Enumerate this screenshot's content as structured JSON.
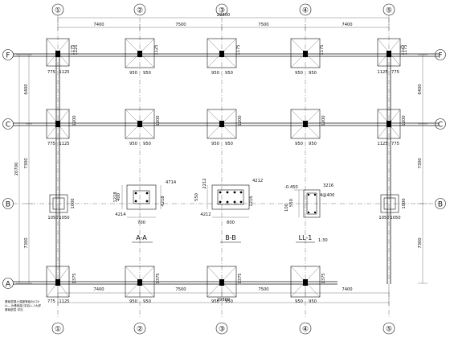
{
  "axes": {
    "x_labels": [
      "①",
      "②",
      "③",
      "④",
      "⑤"
    ],
    "y_labels": [
      "F",
      "C",
      "B",
      "A"
    ]
  },
  "dimensions": {
    "top_spans": [
      "7400",
      "7500",
      "7500",
      "7400"
    ],
    "top_total": "29800",
    "bottom_spans": [
      "7400",
      "7500",
      "7500",
      "7400"
    ],
    "bottom_total": "29800",
    "left_spans": [
      "6400",
      "7300",
      "7300"
    ],
    "left_total": "20700",
    "right_spans": [
      "6400",
      "7300",
      "7300"
    ]
  },
  "footing_dims": {
    "row_F_side": [
      "1175",
      "1225",
      "1125",
      "1175",
      "1175",
      "1125",
      "1175"
    ],
    "row_F_bottom": [
      "775",
      "1125",
      "950",
      "950",
      "950",
      "950",
      "950",
      "950",
      "1125",
      "775"
    ],
    "row_C_side": [
      "1200",
      "1200",
      "1200",
      "1200",
      "1200"
    ],
    "row_C_bottom": [
      "775",
      "1125",
      "950",
      "950",
      "950",
      "950",
      "950",
      "950",
      "1125",
      "775"
    ],
    "row_B_side": [
      "1000",
      "1000"
    ],
    "row_B_bottom": [
      "1050",
      "1050",
      "1050",
      "1050"
    ],
    "row_A_side": [
      "1375",
      "1375",
      "1375",
      "1375",
      "1375"
    ],
    "row_A_bottom": [
      "775",
      "1125",
      "950",
      "950",
      "950",
      "950",
      "950",
      "950",
      "1125",
      "775"
    ]
  },
  "sections": [
    {
      "label": "A-A",
      "width": "700",
      "left_dims": [
        "400",
        "1218"
      ],
      "right_dims": [
        "4714",
        "4218"
      ],
      "bottom_dim": "4214"
    },
    {
      "label": "B-B",
      "width": "800",
      "left_dims": [
        "550",
        "2212"
      ],
      "right_dims": [
        "4212",
        "1216"
      ],
      "bottom_dim": "4212"
    },
    {
      "label": "LL-1",
      "scale": "1:30",
      "left_dims": [
        "-0.450",
        "100",
        "550"
      ],
      "right_dims": [
        "3216",
        "4@400"
      ]
    }
  ],
  "notes": {
    "line1": "基础混凝土强度等级为C25",
    "line2": "LL—为基础梁,详见LL-1大样",
    "line3": "基础垫层 详见"
  }
}
